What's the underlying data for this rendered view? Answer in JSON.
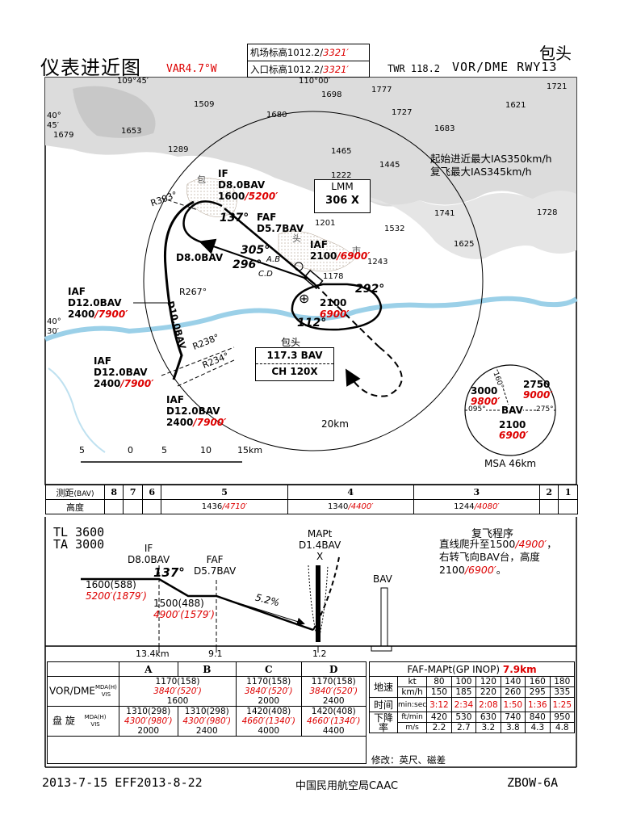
{
  "header": {
    "title": "仪表进近图",
    "variation": "VAR4.7°W",
    "aerodrome_elev_label": "机场标高",
    "aerodrome_elev_m": "1012.2",
    "aerodrome_elev_ft": "3321′",
    "threshold_elev_label": "入口标高",
    "threshold_elev_m": "1012.2",
    "threshold_elev_ft": "3321′",
    "twr": "TWR 118.2",
    "procedure": "VOR/DME RWY13",
    "city": "包头"
  },
  "plan_view": {
    "coords": {
      "lon1": "109°45′",
      "lon2": "110°00′",
      "lat1": "40°",
      "lat1b": "45′",
      "lat2": "40°",
      "lat2b": "30′"
    },
    "spot_heights": [
      "1509",
      "1680",
      "1653",
      "1698",
      "1777",
      "1727",
      "1721",
      "1621",
      "1683",
      "1679",
      "1289",
      "1465",
      "1445",
      "1222",
      "1741",
      "1728",
      "1532",
      "1625",
      "1201",
      "1243",
      "1178"
    ],
    "speed_note_1": "起始进近最大IAS350km/h",
    "speed_note_2": "复飞最大IAS345km/h",
    "lmm_name": "LMM",
    "lmm_freq": "306 X",
    "if_label": "IF",
    "if_dme": "D8.0BAV",
    "if_alt_m": "1600",
    "if_alt_ft": "/5200′",
    "faf_label": "FAF",
    "faf_dme": "D5.7BAV",
    "iaf_label": "IAF",
    "iaf_center_alt_m": "2100",
    "iaf_center_alt_ft": "/6900′",
    "crs_137": "137°",
    "crs_305": "305°",
    "crs_305_cat": "A.B",
    "crs_296": "296°",
    "crs_296_cat": "C.D",
    "crs_292": "292°",
    "crs_112": "112°",
    "hold_alt_m": "2100",
    "hold_alt_ft": "6900′",
    "d8_label": "D8.0BAV",
    "r303": "R303°",
    "r267": "R267°",
    "r238": "R238°",
    "r234": "R234°",
    "d10_arc": "D10.0BAV",
    "iaf_w_dme": "D12.0BAV",
    "iaf_w_alt_m": "2400",
    "iaf_w_alt_ft": "/7900′",
    "iaf_sw_dme": "D12.0BAV",
    "iaf_sw_alt_m": "2400",
    "iaf_sw_alt_ft": "/7900′",
    "iaf_s_dme": "D12.0BAV",
    "iaf_s_alt_m": "2400",
    "iaf_s_alt_ft": "/7900′",
    "vor_city": "包头",
    "vor_freq": "117.3 BAV",
    "vor_ch": "CH 120X",
    "ring_label": "20km",
    "scale_ticks": [
      "5",
      "0",
      "5",
      "10",
      "15km"
    ],
    "msa": {
      "label": "MSA 46km",
      "sector_nw_m": "3000",
      "sector_nw_ft": "9800′",
      "sector_ne_m": "2750",
      "sector_ne_ft": "9000′",
      "sector_s_m": "2100",
      "sector_s_ft": "6900′",
      "center": "BAV",
      "brg_095": "095°",
      "brg_275": "275°",
      "brg_160": "160°"
    },
    "city_chars": [
      "包",
      "头",
      "市"
    ]
  },
  "dme_table": {
    "row1_label": "测距",
    "row1_unit": "(BAV)",
    "dists": [
      "8",
      "7",
      "6",
      "5",
      "4",
      "3",
      "2",
      "1"
    ],
    "row2_label": "高度",
    "alts": [
      {
        "m": "",
        "ft": ""
      },
      {
        "m": "",
        "ft": ""
      },
      {
        "m": "",
        "ft": ""
      },
      {
        "m": "1436",
        "ft": "/4710′"
      },
      {
        "m": "1340",
        "ft": "/4400′"
      },
      {
        "m": "1244",
        "ft": "/4080′"
      },
      {
        "m": "",
        "ft": ""
      },
      {
        "m": "",
        "ft": ""
      }
    ]
  },
  "profile": {
    "tl": "TL 3600",
    "ta": "TA 3000",
    "if_label": "IF",
    "if_dme": "D8.0BAV",
    "faf_label": "FAF",
    "faf_dme": "D5.7BAV",
    "mapt_label": "MAPt",
    "mapt_dme": "D1.4BAV",
    "mapt_x": "X",
    "crs": "137°",
    "alt1": "1600(588)",
    "alt1_ft": "5200′(1879′)",
    "alt2": "1500(488)",
    "alt2_ft": "4900′(1579′)",
    "gradient": "5.2%",
    "bav": "BAV",
    "dist1": "13.4km",
    "dist2": "9.1",
    "dist3": "1.2",
    "missed_title": "复飞程序",
    "missed_1a": "直线爬升至1500",
    "missed_1b": "/4900′",
    "missed_1c": "，",
    "missed_2": "右转飞向BAV台，高度",
    "missed_3a": "2100",
    "missed_3b": "/6900′",
    "missed_3c": "。"
  },
  "minima": {
    "cats": [
      "A",
      "B",
      "C",
      "D"
    ],
    "vor_label": "VOR/DME",
    "mda_label": "MDA(H)",
    "vis_label": "VIS",
    "vor_ab_m": "1170(158)",
    "vor_ab_ft": "3840′(520′)",
    "vor_ab_vis": "1600",
    "vor_c_m": "1170(158)",
    "vor_c_ft": "3840′(520′)",
    "vor_c_vis": "2000",
    "vor_d_m": "1170(158)",
    "vor_d_ft": "3840′(520′)",
    "vor_d_vis": "2400",
    "circ_label": "盘 旋",
    "circ": [
      {
        "m": "1310(298)",
        "ft": "4300′(980′)",
        "vis": "2000"
      },
      {
        "m": "1310(298)",
        "ft": "4300′(980′)",
        "vis": "2400"
      },
      {
        "m": "1420(408)",
        "ft": "4660′(1340′)",
        "vis": "4000"
      },
      {
        "m": "1420(408)",
        "ft": "4660′(1340′)",
        "vis": "4400"
      }
    ]
  },
  "groundspeed": {
    "title": "FAF-MAPt(GP INOP)",
    "title_dist": "7.9km",
    "gs_label": "地速",
    "kt_label": "kt",
    "kmh_label": "km/h",
    "kt": [
      "80",
      "100",
      "120",
      "140",
      "160",
      "180"
    ],
    "kmh": [
      "150",
      "185",
      "220",
      "260",
      "295",
      "335"
    ],
    "time_label": "时间",
    "time_unit": "min:sec",
    "times": [
      "3:12",
      "2:34",
      "2:08",
      "1:50",
      "1:36",
      "1:25"
    ],
    "rate_label": "下降率",
    "ftmin_label": "ft/min",
    "ms_label": "m/s",
    "ftmin": [
      "420",
      "530",
      "630",
      "740",
      "840",
      "950"
    ],
    "ms": [
      "2.2",
      "2.7",
      "3.2",
      "3.8",
      "4.3",
      "4.8"
    ],
    "revision": "修改：英尺、磁差"
  },
  "footer": {
    "date": "2013-7-15  EFF2013-8-22",
    "authority": "中国民用航空局CAAC",
    "chart_id": "ZBOW-6A"
  }
}
